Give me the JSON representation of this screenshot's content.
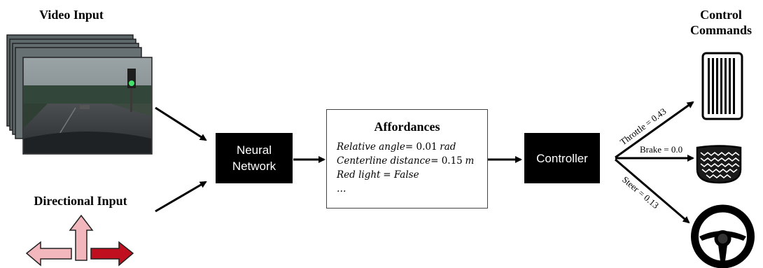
{
  "video_input": {
    "label": "Video Input"
  },
  "directional_input": {
    "label": "Directional Input"
  },
  "neural_network": {
    "line1": "Neural",
    "line2": "Network"
  },
  "affordances": {
    "title": "Affordances",
    "items": [
      {
        "name": "Relative angle",
        "value": "= 0.01",
        "unit": "rad"
      },
      {
        "name": "Centerline distance",
        "value": "= 0.15",
        "unit": "m"
      },
      {
        "name": "Red light",
        "value": "= False",
        "unit": ""
      },
      {
        "name": "…",
        "value": "",
        "unit": ""
      }
    ]
  },
  "controller": {
    "label": "Controller"
  },
  "control_commands": {
    "line1": "Control",
    "line2": "Commands"
  },
  "commands": {
    "throttle": "Throttle = 0.43",
    "brake": "Brake = 0.0",
    "steer": "Steer = 0.13"
  },
  "colors": {
    "arrow_light": "#f2b7bd",
    "arrow_dark": "#c0101f",
    "box": "#000000"
  }
}
